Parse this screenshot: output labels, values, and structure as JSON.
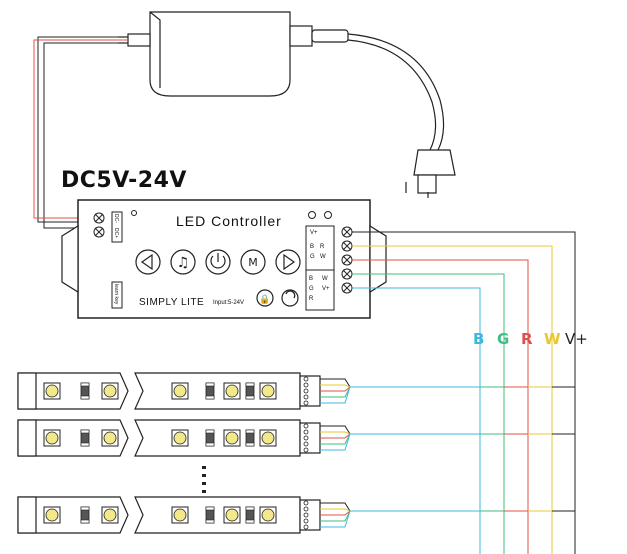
{
  "supply": {
    "label": "DC5V-24V"
  },
  "controller": {
    "title": "LED Controller",
    "brand": "SIMPLY LITE",
    "input_note": "Input:5-24V",
    "power_terminal_labels": [
      "DC-",
      "DC+"
    ],
    "output_terminal_labels": [
      "V+",
      "B",
      "G",
      "R",
      "W"
    ],
    "output_terminal_labels_bottom": [
      "B",
      "G",
      "R",
      "W",
      "V+"
    ],
    "buttons": [
      "prev-icon",
      "music-icon",
      "power-icon",
      "M",
      "next-icon"
    ],
    "learn_key_label": "learn key"
  },
  "wires": [
    {
      "label": "B",
      "color": "#3fb8e0"
    },
    {
      "label": "G",
      "color": "#3fbf7f"
    },
    {
      "label": "R",
      "color": "#e0504a"
    },
    {
      "label": "W",
      "color": "#e8c830"
    },
    {
      "label": "V+",
      "color": "#222222"
    }
  ],
  "strips": {
    "count_shown": 3
  }
}
